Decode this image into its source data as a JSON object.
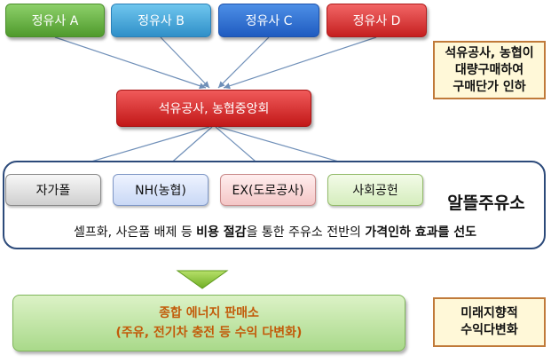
{
  "refiners": {
    "a": "정유사 A",
    "b": "정유사 B",
    "c": "정유사 C",
    "d": "정유사 D"
  },
  "note_top": {
    "line1": "석유공사, 농협이",
    "line2": "대량구매하여",
    "line3": "구매단가 인하"
  },
  "central": "석유공사, 농협중앙회",
  "stations": {
    "self": "자가폴",
    "nh": "NH(농협)",
    "ex": "EX(도로공사)",
    "social": "사회공헌"
  },
  "brand": "알뜰주유소",
  "description": {
    "p1": "셀프화, 사은품 배제 등 ",
    "b1": "비용 절감",
    "p2": "을 통한 주유소 전반의 ",
    "b2": "가격인하 효과를 선도"
  },
  "result": {
    "line1": "종합 에너지 판매소",
    "line2": "(주유, 전기차 충전 등 수익 다변화)"
  },
  "note_bottom": {
    "line1": "미래지향적",
    "line2": "수익다변화"
  },
  "colors": {
    "refiner_a": "#4f9a2c",
    "refiner_b": "#2f8fc8",
    "refiner_c": "#1f5bc0",
    "refiner_d": "#c51f1f",
    "central": "#c21818",
    "frame": "#2c4a7a",
    "note_border": "#c07a3a",
    "result_text": "#c25b0a",
    "arrow": "#8cc63f"
  }
}
